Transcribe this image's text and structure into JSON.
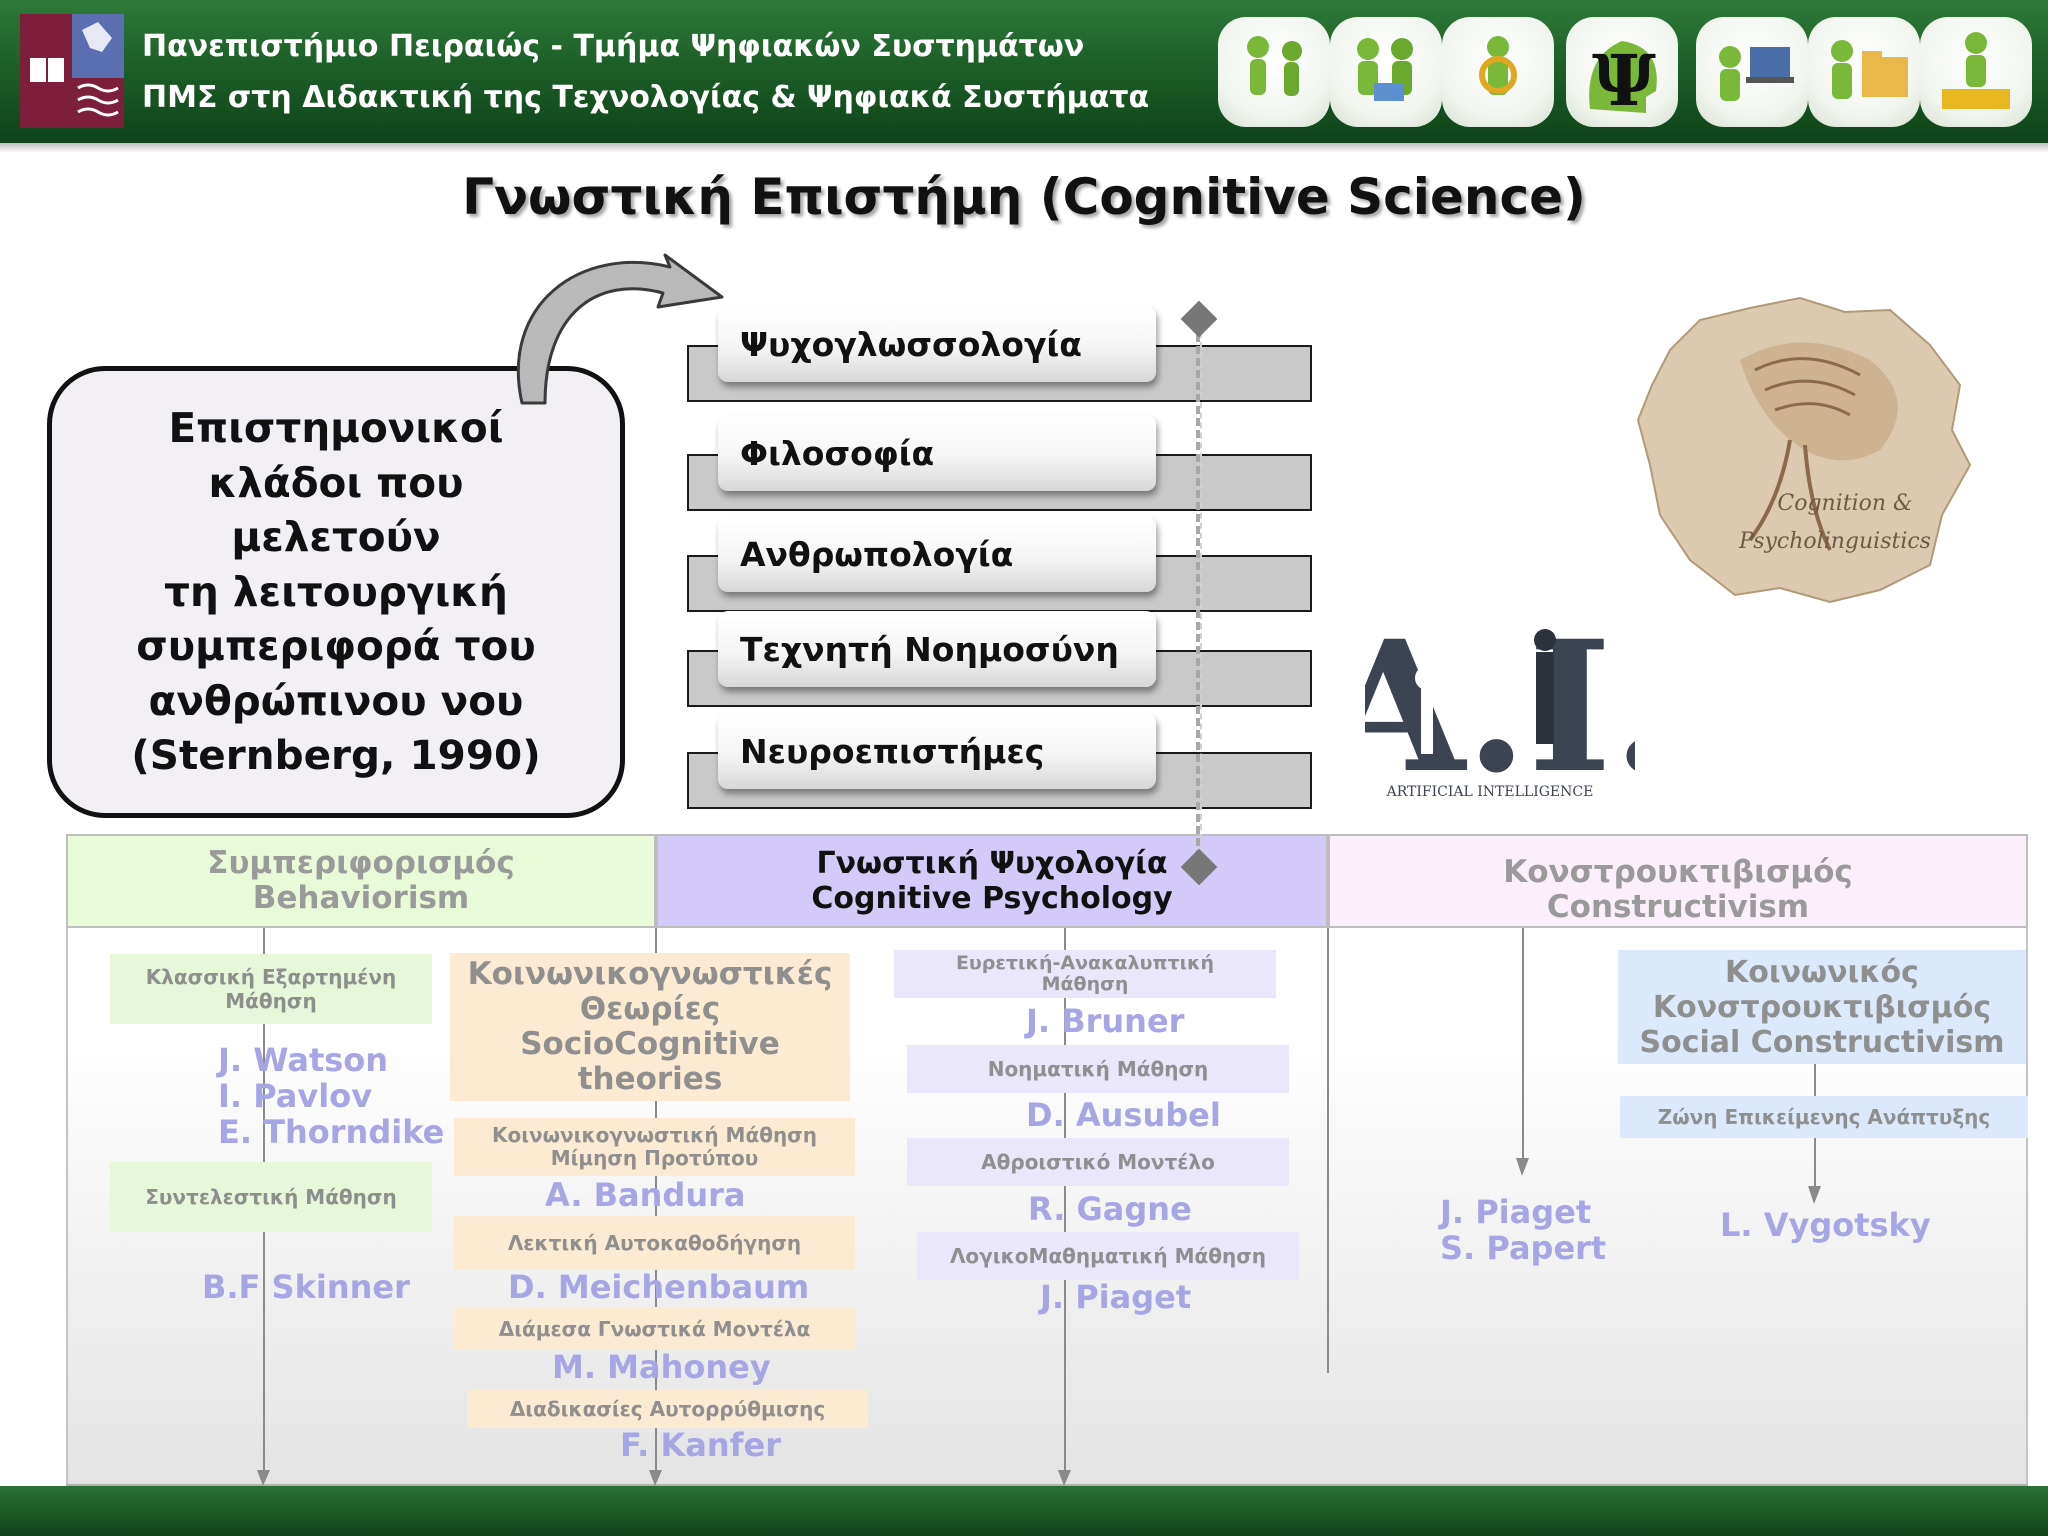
{
  "header": {
    "line1": "Πανεπιστήμιο Πειραιώς - Τμήμα Ψηφιακών Συστημάτων",
    "line2": "ΠΜΣ στη Διδακτική της Τεχνολογίας & Ψηφιακά Συστήματα",
    "psi_glyph": "Ψ"
  },
  "title": "Γνωστική Επιστήμη (Cognitive  Science)",
  "callout": {
    "lines": [
      "Επιστημονικοί",
      "κλάδοι που",
      "μελετούν",
      "τη λειτουργική",
      "συμπεριφορά του",
      "ανθρώπινου νου",
      "(Sternberg, 1990)"
    ]
  },
  "branches": [
    "Ψυχογλωσσολογία",
    "Φιλοσοφία",
    "Ανθρωπολογία",
    "Τεχνητή Νοημοσύνη",
    "Νευροεπιστήμες"
  ],
  "ai_logo": "A.I.",
  "ai_caption": "ARTIFICIAL INTELLIGENCE",
  "brain_caption": [
    "Cognition &",
    "Psycholinguistics"
  ],
  "columns": {
    "behaviorism": {
      "line1": "Συμπεριφορισμός",
      "line2": "Behaviorism"
    },
    "cognitive": {
      "line1": "Γνωστική Ψυχολογία",
      "line2": "Cognitive Psychology"
    },
    "constructivism": {
      "line1": "Κονστρουκτιβισμός",
      "line2": "Constructivism"
    }
  },
  "behaviorism": {
    "box1": [
      "Κλασσική Εξαρτημένη",
      "Μάθηση"
    ],
    "names1": [
      "J. Watson",
      "I. Pavlov",
      "E. Thorndike"
    ],
    "box2": "Συντελεστική Μάθηση",
    "names2": "B.F Skinner"
  },
  "sociocognitive": {
    "header": [
      "Κοινωνικογνωστικές",
      "Θεωρίες",
      "SocioCognitive",
      "theories"
    ],
    "box1": [
      "Κοινωνικογνωστική Μάθηση",
      "Μίμηση Προτύπου"
    ],
    "name1": "A. Bandura",
    "box2": "Λεκτική Αυτοκαθοδήγηση",
    "name2": "D. Meichenbaum",
    "box3": "Διάμεσα Γνωστικά Μοντέλα",
    "name3": "M. Mahoney",
    "box4": "Διαδικασίες Αυτορρύθμισης",
    "name4": "F. Kanfer"
  },
  "cognitive": {
    "box1": [
      "Ευρετική-Ανακαλυπτική",
      "Μάθηση"
    ],
    "name1": "J. Bruner",
    "box2": "Νοηματική Μάθηση",
    "name2": "D. Ausubel",
    "box3": "Αθροιστικό Μοντέλο",
    "name3": "R. Gagne",
    "box4": "ΛογικοΜαθηματική  Μάθηση",
    "name4": "J. Piaget"
  },
  "constructivism": {
    "names": [
      "J. Piaget",
      "S. Papert"
    ]
  },
  "social": {
    "header": [
      "Κοινωνικός",
      "Κονστρουκτιβισμός",
      "Social Constructivism"
    ],
    "box1": "Ζώνη Επικείμενης Ανάπτυξης",
    "name1": "L. Vygotsky"
  }
}
